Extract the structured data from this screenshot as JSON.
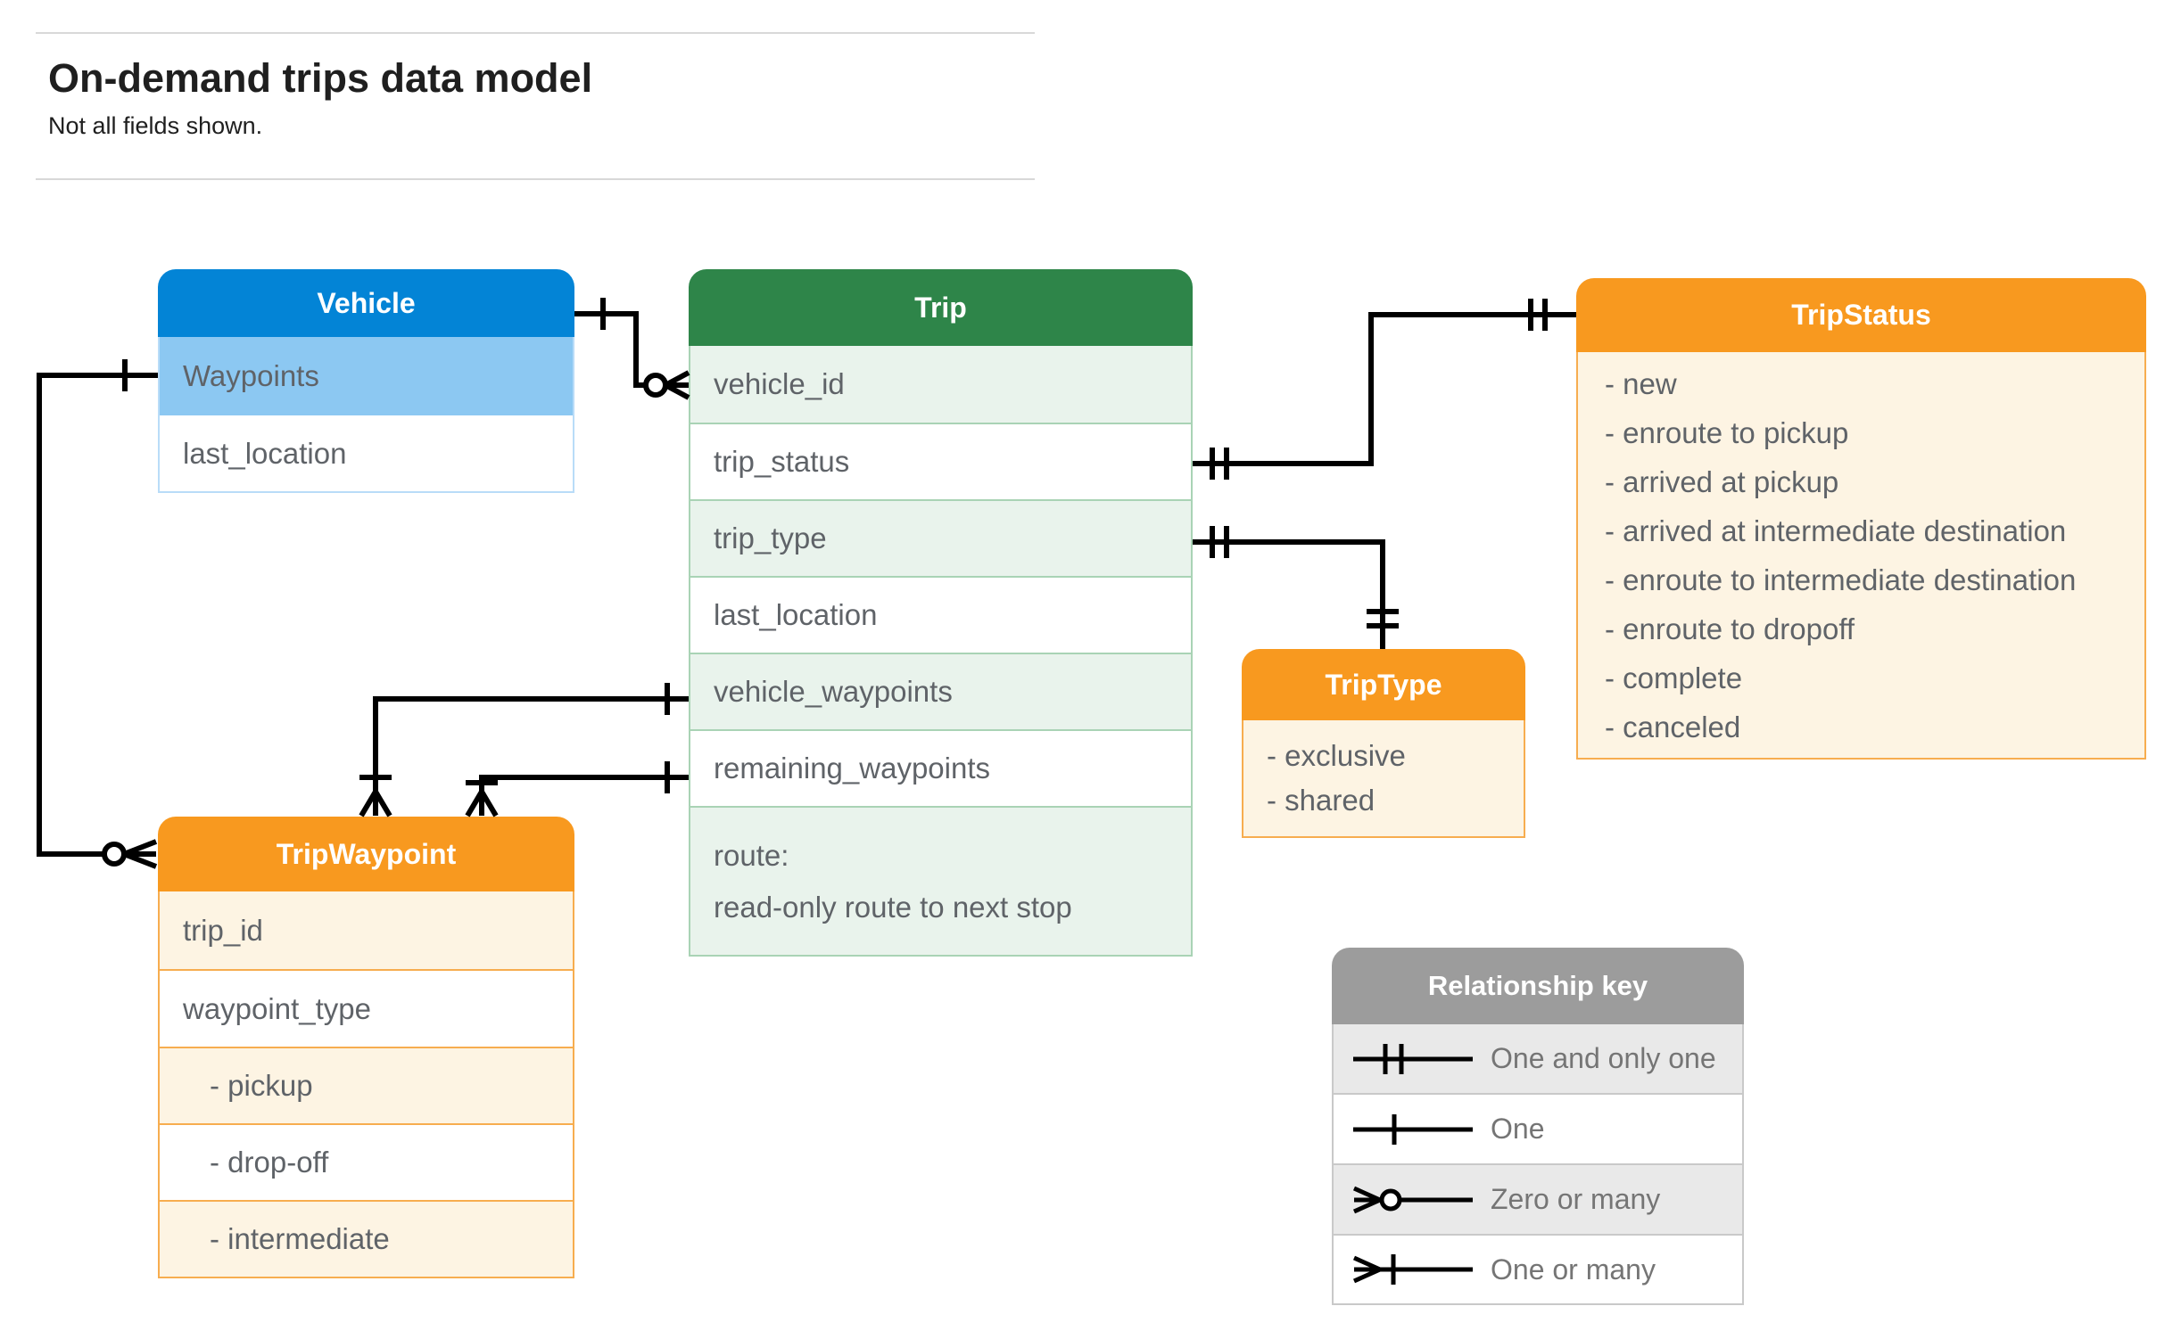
{
  "header": {
    "title": "On-demand trips data model",
    "subtitle": "Not all fields shown."
  },
  "tables": {
    "vehicle": {
      "title": "Vehicle",
      "fields": [
        "Waypoints",
        "last_location"
      ]
    },
    "trip": {
      "title": "Trip",
      "fields": [
        "vehicle_id",
        "trip_status",
        "trip_type",
        "last_location",
        "vehicle_waypoints",
        "remaining_waypoints"
      ],
      "route": [
        "route:",
        "read-only route to next stop"
      ]
    },
    "tripStatus": {
      "title": "TripStatus",
      "values": [
        "- new",
        "- enroute to pickup",
        "- arrived at pickup",
        "- arrived at intermediate destination",
        "- enroute to intermediate destination",
        "- enroute to dropoff",
        "- complete",
        "- canceled"
      ]
    },
    "tripType": {
      "title": "TripType",
      "values": [
        "- exclusive",
        "- shared"
      ]
    },
    "tripWaypoint": {
      "title": "TripWaypoint",
      "fields": [
        "trip_id",
        "waypoint_type"
      ],
      "values": [
        "- pickup",
        "- drop-off",
        "- intermediate"
      ]
    }
  },
  "legend": {
    "title": "Relationship key",
    "items": [
      "One and only one",
      "One",
      "Zero or many",
      "One or many"
    ]
  },
  "colors": {
    "vehicle_header": "#0384d6",
    "vehicle_highlight_row": "#8cc8f2",
    "trip_header": "#2e8549",
    "trip_row_tint": "#e9f3ec",
    "enum_header": "#f8991f",
    "enum_body": "#fdf4e3",
    "legend_header": "#9c9c9c",
    "field_text": "#5f6368",
    "connector": "#000000"
  }
}
